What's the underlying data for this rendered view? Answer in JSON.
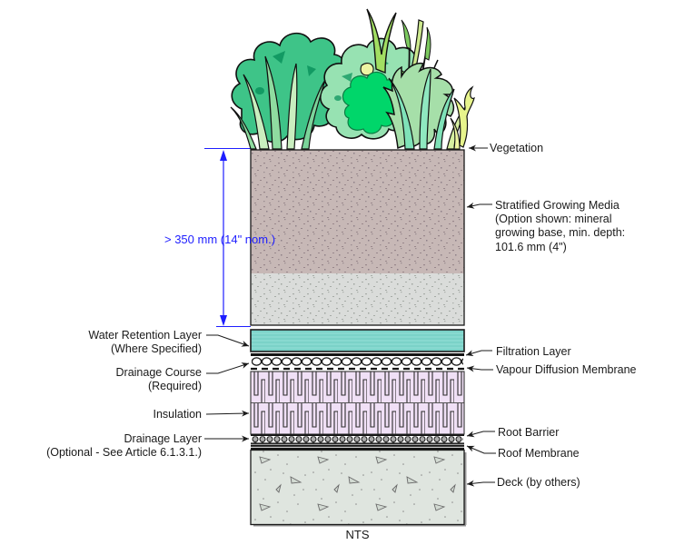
{
  "diagram": {
    "scale_note": "NTS",
    "dimension": {
      "label": "> 350 mm (14\" nom.)",
      "color": "#1E1EFF"
    },
    "labels_right": [
      {
        "name": "vegetation",
        "lines": [
          "Vegetation"
        ]
      },
      {
        "name": "stratified-growing-media",
        "lines": [
          "Stratified Growing Media",
          "(Option shown: mineral",
          "growing base, min. depth:",
          "101.6 mm (4\")"
        ]
      },
      {
        "name": "filtration-layer",
        "lines": [
          "Filtration Layer"
        ]
      },
      {
        "name": "vapour-diffusion-membrane",
        "lines": [
          "Vapour Diffusion Membrane"
        ]
      },
      {
        "name": "root-barrier",
        "lines": [
          "Root Barrier"
        ]
      },
      {
        "name": "roof-membrane",
        "lines": [
          "Roof Membrane"
        ]
      },
      {
        "name": "deck",
        "lines": [
          "Deck (by others)"
        ]
      }
    ],
    "labels_left": [
      {
        "name": "water-retention-layer",
        "lines": [
          "Water Retention Layer",
          "(Where Specified)"
        ]
      },
      {
        "name": "drainage-course",
        "lines": [
          "Drainage Course",
          "(Required)"
        ]
      },
      {
        "name": "insulation",
        "lines": [
          "Insulation"
        ]
      },
      {
        "name": "drainage-layer",
        "lines": [
          "Drainage Layer",
          "(Optional - See Article 6.1.3.1.)"
        ]
      }
    ],
    "colors": {
      "growing_media_top": "#C7B8B6",
      "growing_media_bottom": "#DADCDA",
      "water_retention": "#8EDED6",
      "insulation": "#F0E0F6",
      "deck_concrete": "#DFE5DF",
      "dimension_blue": "#1E1EFF",
      "vegetation_greens": [
        "#3EC488",
        "#97E2B2",
        "#00D66A",
        "#A6DFA9",
        "#C9EEBF",
        "#E7F48C"
      ]
    }
  }
}
